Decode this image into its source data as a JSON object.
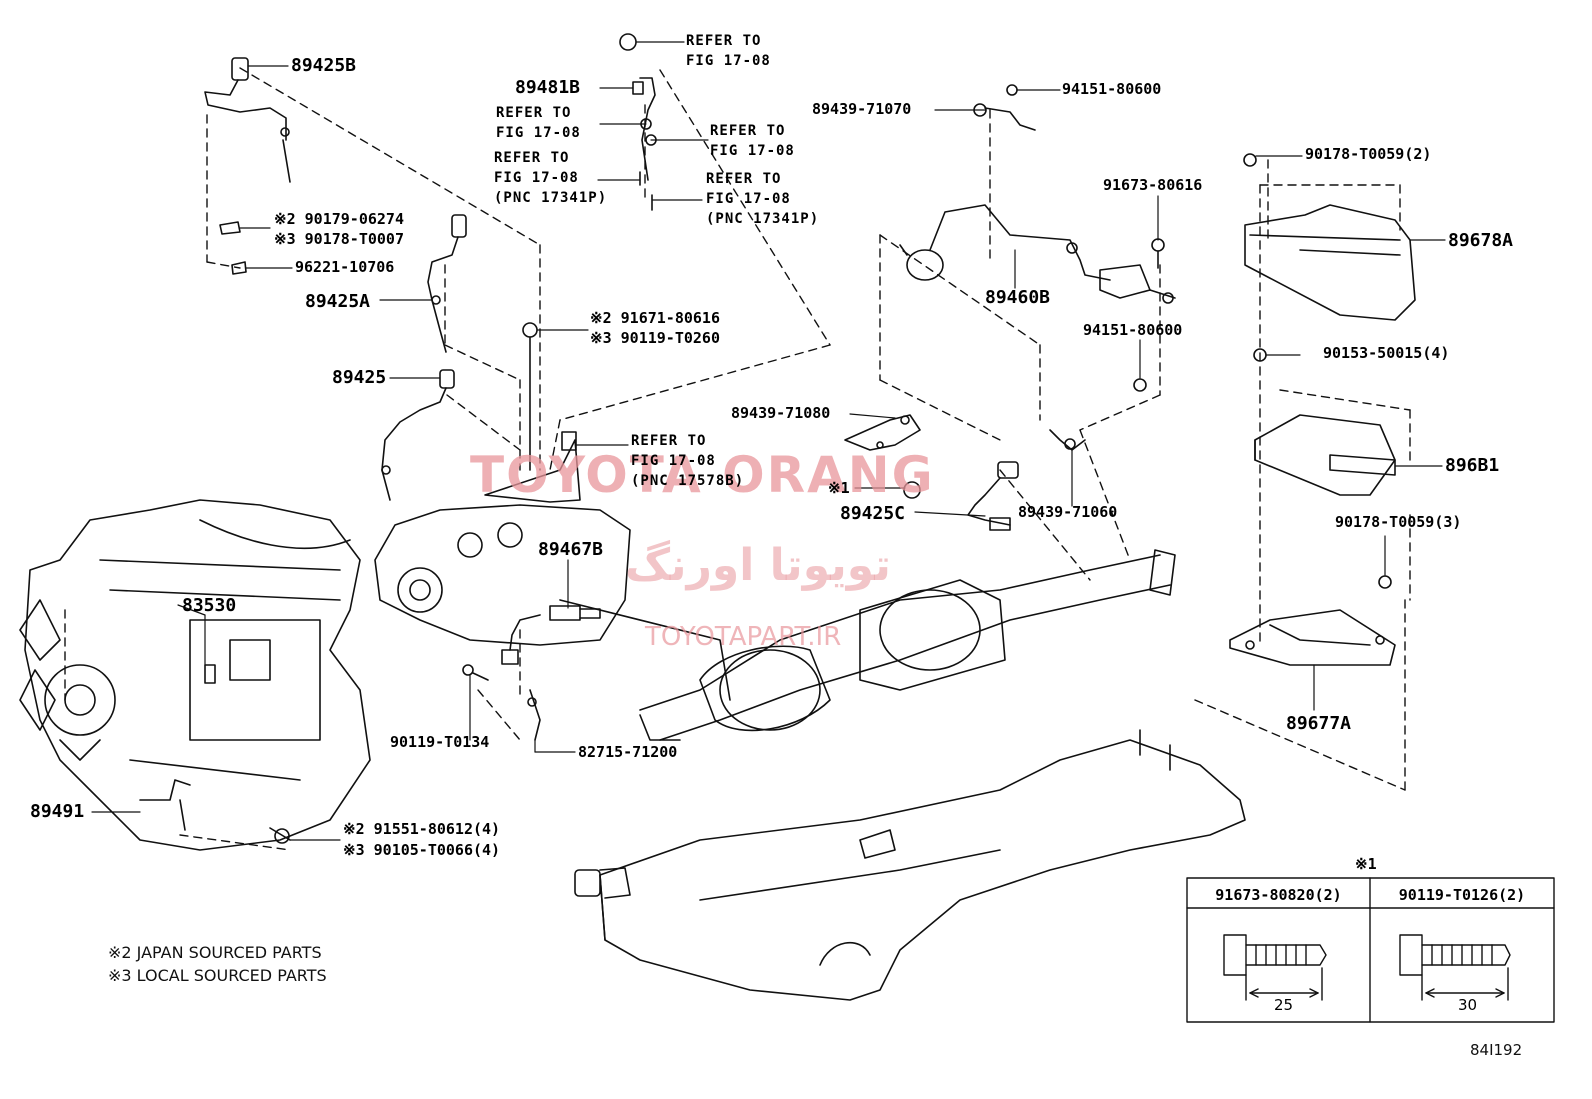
{
  "callouts": {
    "c89425B": "89425B",
    "c89481B": "89481B",
    "ref1": "REFER TO\nFIG 17-08",
    "ref2": "REFER TO\nFIG 17-08",
    "ref3": "REFER TO\nFIG 17-08",
    "ref4": "REFER TO\nFIG 17-08\n(PNC 17341P)",
    "ref5": "REFER TO\nFIG 17-08\n(PNC 17341P)",
    "ref6": "REFER TO\nFIG 17-08\n(PNC 17578B)",
    "c90179": "※2 90179-06274",
    "c90178T0007": "※3 90178-T0007",
    "c96221": "96221-10706",
    "c89425A": "89425A",
    "c91671": "※2 91671-80616",
    "c90119T0260": "※3 90119-T0260",
    "c89425": "89425",
    "c89439_71070": "89439-71070",
    "c94151_top": "94151-80600",
    "c91673_80616": "91673-80616",
    "c89460B": "89460B",
    "c94151_mid": "94151-80600",
    "c89439_71080": "89439-71080",
    "cX1": "※1",
    "c89425C": "89425C",
    "c89439_71060": "89439-71060",
    "c90178T0059_2": "90178-T0059(2)",
    "c89678A": "89678A",
    "c90153": "90153-50015(4)",
    "c896B1": "896B1",
    "c90178T0059_3": "90178-T0059(3)",
    "c89677A": "89677A",
    "c83530": "83530",
    "c89467B": "89467B",
    "c90119T0134": "90119-T0134",
    "c82715": "82715-71200",
    "c89491": "89491",
    "c91551": "※2 91551-80612(4)",
    "c90105": "※3 90105-T0066(4)"
  },
  "notes": {
    "n2": "※2 JAPAN SOURCED PARTS",
    "n3": "※3 LOCAL SOURCED PARTS"
  },
  "table": {
    "mark": "※1",
    "col1_part": "91673-80820(2)",
    "col2_part": "90119-T0126(2)",
    "col1_length": "25",
    "col2_length": "30"
  },
  "watermark": {
    "brand": "TOYOTA ORANG",
    "persian": "تویوتا اورنگ",
    "site": "TOYOTAPART.IR",
    "color": "#e8a0a4"
  },
  "figure_code": "84I192"
}
